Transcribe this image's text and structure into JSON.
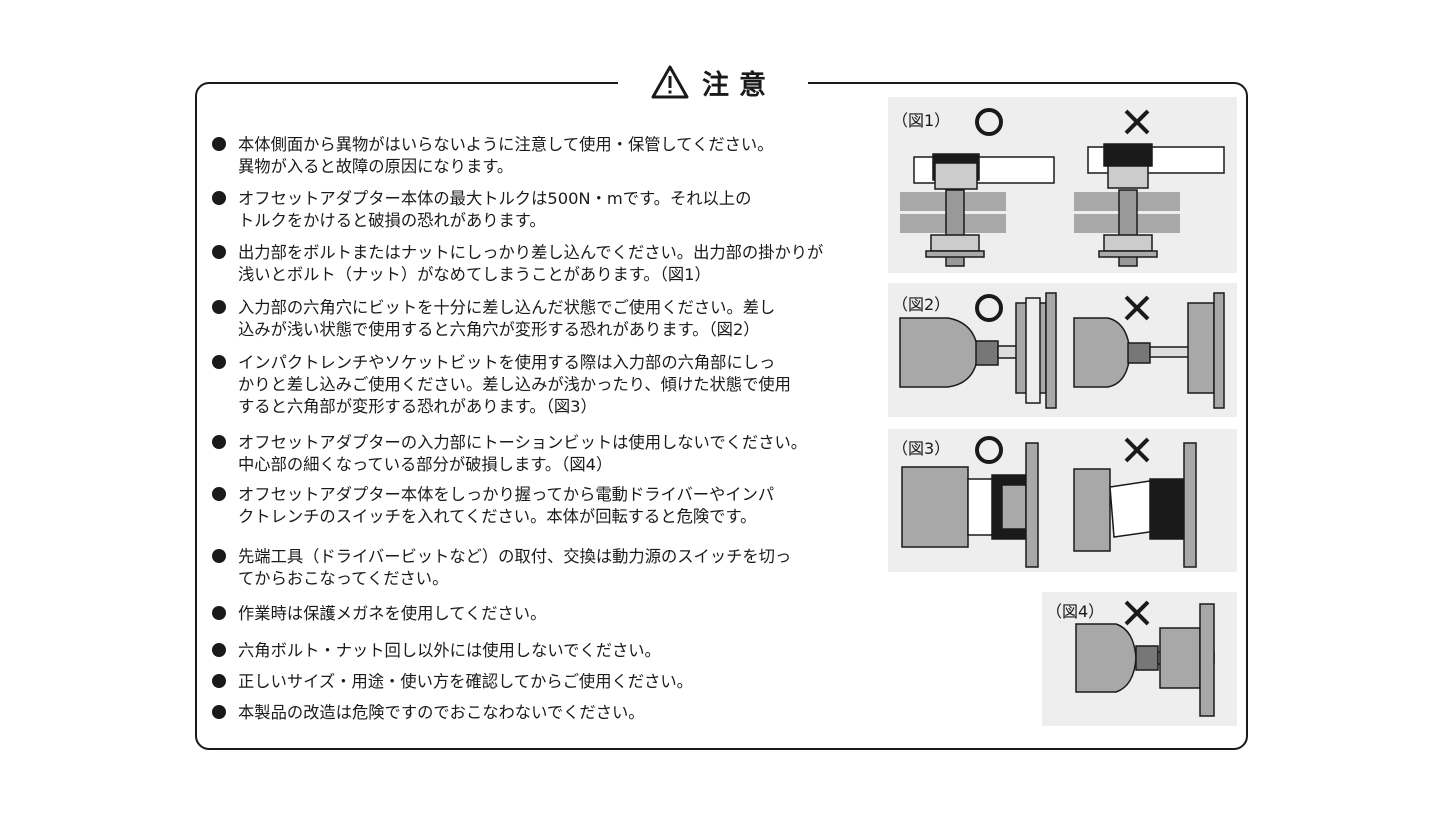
{
  "header": {
    "title": "注意",
    "icon": "warning-triangle-icon"
  },
  "items": [
    {
      "lines": [
        "本体側面から異物がはいらないように注意して使用・保管してください。",
        "異物が入ると故障の原因になります。"
      ]
    },
    {
      "lines": [
        "オフセットアダプター本体の最大トルクは500N・mです。それ以上の",
        "トルクをかけると破損の恐れがあります。"
      ]
    },
    {
      "lines": [
        "出力部をボルトまたはナットにしっかり差し込んでください。出力部の掛かりが",
        "浅いとボルト（ナット）がなめてしまうことがあります。（図1）"
      ]
    },
    {
      "lines": [
        "入力部の六角穴にビットを十分に差し込んだ状態でご使用ください。差し",
        "込みが浅い状態で使用すると六角穴が変形する恐れがあります。（図2）"
      ]
    },
    {
      "lines": [
        "インパクトレンチやソケットビットを使用する際は入力部の六角部にしっ",
        "かりと差し込みご使用ください。差し込みが浅かったり、傾けた状態で使用",
        "すると六角部が変形する恐れがあります。（図3）"
      ]
    },
    {
      "lines": [
        "オフセットアダプターの入力部にトーションビットは使用しないでください。",
        "中心部の細くなっている部分が破損します。（図4）"
      ]
    },
    {
      "lines": [
        "オフセットアダプター本体をしっかり握ってから電動ドライバーやインパ",
        "クトレンチのスイッチを入れてください。本体が回転すると危険です。"
      ]
    },
    {
      "lines": [
        "先端工具（ドライバービットなど）の取付、交換は動力源のスイッチを切っ",
        "てからおこなってください。"
      ]
    },
    {
      "lines": [
        "作業時は保護メガネを使用してください。"
      ]
    },
    {
      "lines": [
        "六角ボルト・ナット回し以外には使用しないでください。"
      ]
    },
    {
      "lines": [
        "正しいサイズ・用途・使い方を確認してからご使用ください。"
      ]
    },
    {
      "lines": [
        "本製品の改造は危険ですのでおこなわないでください。"
      ]
    }
  ],
  "figures": {
    "fig1": {
      "label": "（図1）",
      "ok": "○",
      "ng": "×"
    },
    "fig2": {
      "label": "（図2）",
      "ok": "○",
      "ng": "×"
    },
    "fig3": {
      "label": "（図3）",
      "ok": "○",
      "ng": "×"
    },
    "fig4": {
      "label": "（図4）",
      "ng": "×"
    }
  },
  "colors": {
    "text": "#1a1a1a",
    "panel": "#eeeeee",
    "metal": "#a8a8a8",
    "dark": "#555555"
  }
}
